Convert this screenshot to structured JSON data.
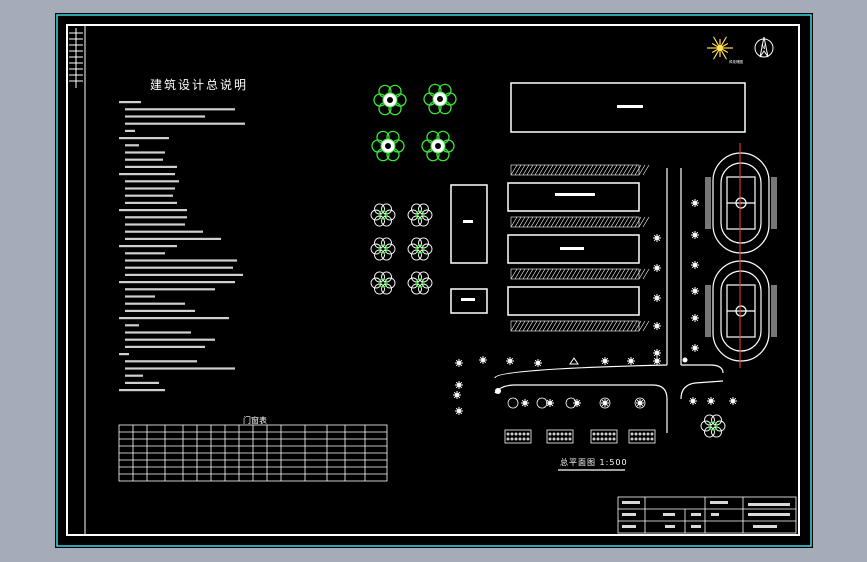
{
  "drawing": {
    "notes_title": "建筑设计总说明",
    "door_window_table_title": "门窗表",
    "site_plan_caption": "总平面图 1:500",
    "north_label": "N",
    "sun_label": "风玫瑰图"
  },
  "colors": {
    "background": "#000000",
    "outer_frame": "#3fd9e6",
    "line": "#ffffff",
    "tree_green": "#39e639",
    "axis_red": "#ff3b30",
    "sun_yellow": "#ffe14d"
  }
}
